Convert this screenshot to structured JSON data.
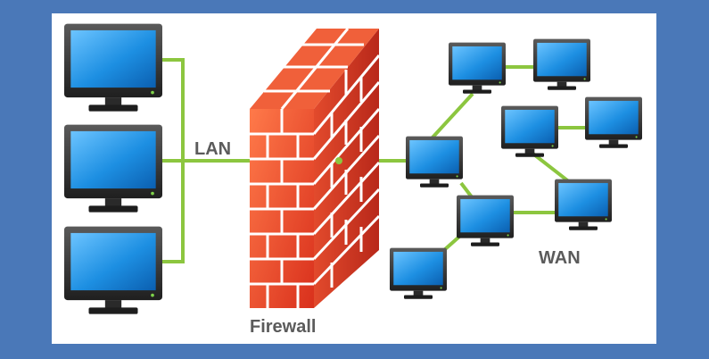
{
  "diagram": {
    "labels": {
      "lan": "LAN",
      "firewall": "Firewall",
      "wan": "WAN"
    },
    "colors": {
      "background": "#4a78b8",
      "panel": "#ffffff",
      "link": "#8cc63f",
      "wall": "#e8442c",
      "mortar": "#ffffff",
      "screen": "#1f8fe0",
      "bezel": "#3a3a3a",
      "label": "#5b5b5b"
    },
    "icons": [
      "monitor-icon",
      "brick-firewall-icon"
    ]
  }
}
